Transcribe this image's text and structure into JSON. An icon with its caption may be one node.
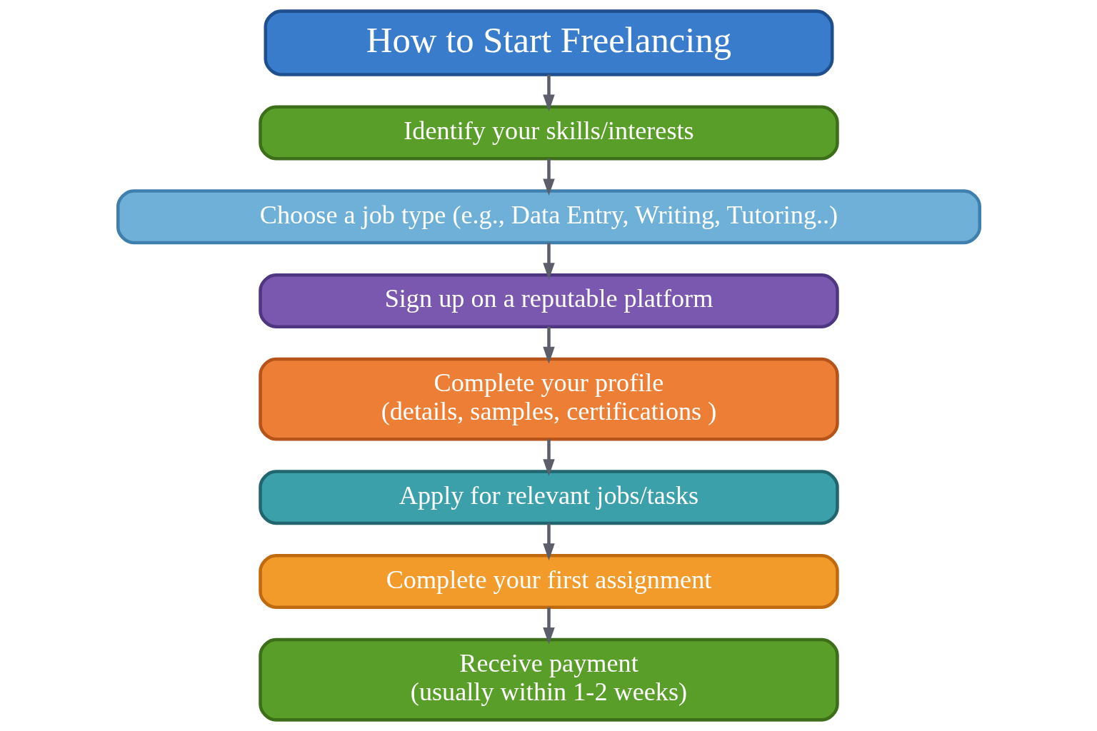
{
  "diagram": {
    "nodes": [
      {
        "text": [
          "How to Start Freelancing"
        ]
      },
      {
        "text": [
          "Identify your skills/interests"
        ]
      },
      {
        "text": [
          "Choose a job type (e.g., Data Entry, Writing, Tutoring..)"
        ]
      },
      {
        "text": [
          "Sign up on a reputable platform"
        ]
      },
      {
        "text": [
          "Complete your profile",
          "(details, samples, certifications )"
        ]
      },
      {
        "text": [
          "Apply for relevant jobs/tasks"
        ]
      },
      {
        "text": [
          "Complete your first assignment"
        ]
      },
      {
        "text": [
          "Receive payment",
          "(usually within 1-2 weeks)"
        ]
      }
    ],
    "edges": [
      {
        "from": 0,
        "to": 1,
        "arrow": "to"
      },
      {
        "from": 1,
        "to": 2,
        "arrow": "to"
      },
      {
        "from": 2,
        "to": 3,
        "arrow": "to"
      },
      {
        "from": 3,
        "to": 4,
        "arrow": "to"
      },
      {
        "from": 4,
        "to": 5,
        "arrow": "to"
      },
      {
        "from": 5,
        "to": 6,
        "arrow": "to"
      },
      {
        "from": 6,
        "to": 7,
        "arrow": "to"
      }
    ]
  }
}
